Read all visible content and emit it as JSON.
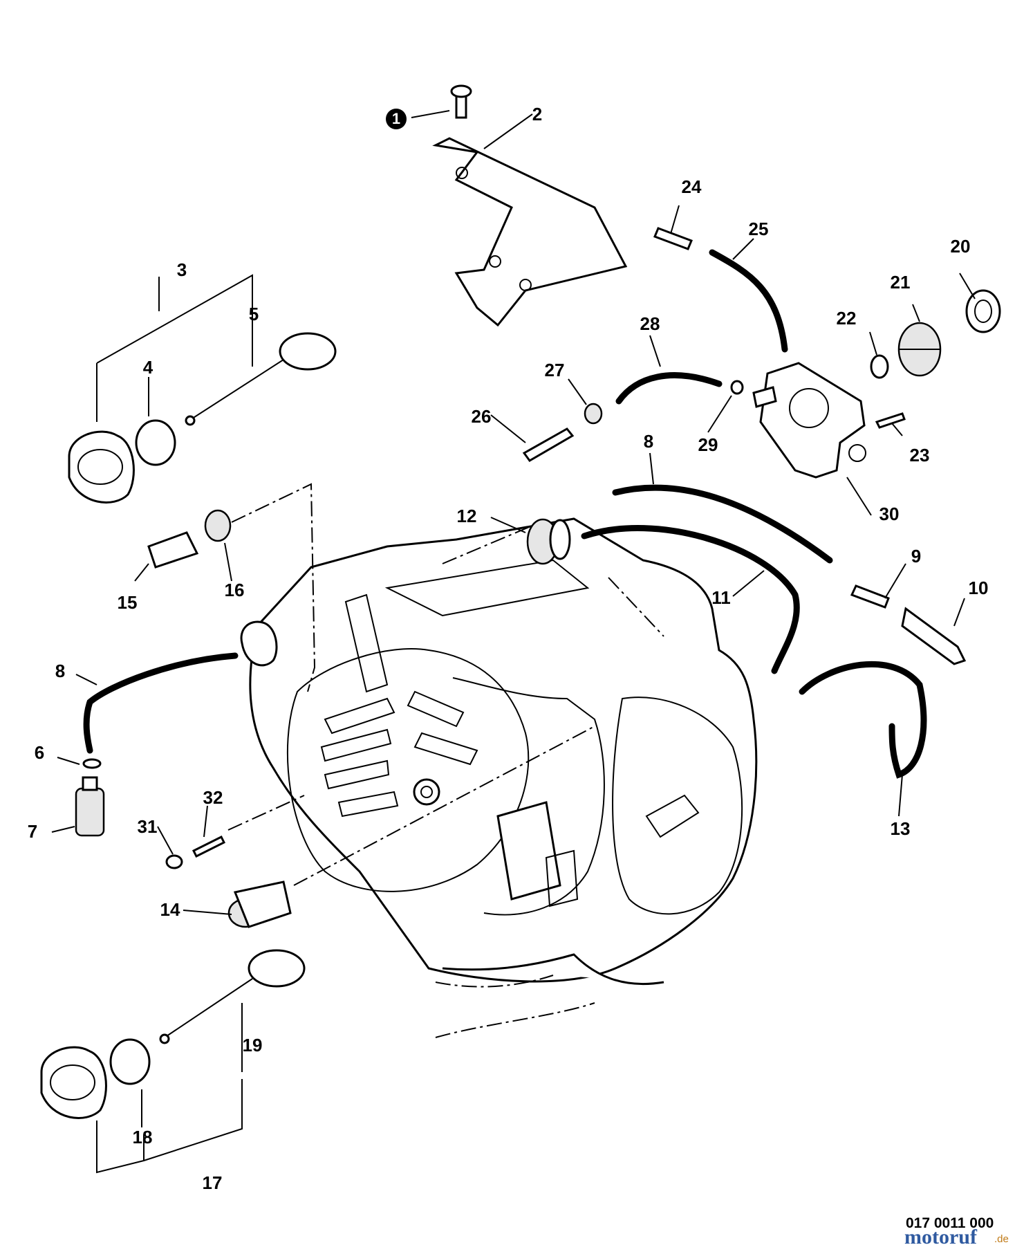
{
  "diagram": {
    "callouts": [
      {
        "id": "c1",
        "text": "1",
        "variant": "filled"
      },
      {
        "id": "c2",
        "text": "2"
      },
      {
        "id": "c3",
        "text": "3"
      },
      {
        "id": "c4",
        "text": "4"
      },
      {
        "id": "c5",
        "text": "5"
      },
      {
        "id": "c6",
        "text": "6"
      },
      {
        "id": "c7",
        "text": "7"
      },
      {
        "id": "c8a",
        "text": "8"
      },
      {
        "id": "c8b",
        "text": "8"
      },
      {
        "id": "c9",
        "text": "9"
      },
      {
        "id": "c10",
        "text": "10"
      },
      {
        "id": "c11",
        "text": "11"
      },
      {
        "id": "c12",
        "text": "12"
      },
      {
        "id": "c13",
        "text": "13"
      },
      {
        "id": "c14",
        "text": "14"
      },
      {
        "id": "c15",
        "text": "15"
      },
      {
        "id": "c16",
        "text": "16"
      },
      {
        "id": "c17",
        "text": "17"
      },
      {
        "id": "c18",
        "text": "18"
      },
      {
        "id": "c19",
        "text": "19"
      },
      {
        "id": "c20",
        "text": "20"
      },
      {
        "id": "c21",
        "text": "21"
      },
      {
        "id": "c22",
        "text": "22"
      },
      {
        "id": "c23",
        "text": "23"
      },
      {
        "id": "c24",
        "text": "24"
      },
      {
        "id": "c25",
        "text": "25"
      },
      {
        "id": "c26",
        "text": "26"
      },
      {
        "id": "c27",
        "text": "27"
      },
      {
        "id": "c28",
        "text": "28"
      },
      {
        "id": "c29",
        "text": "29"
      },
      {
        "id": "c30",
        "text": "30"
      },
      {
        "id": "c31",
        "text": "31"
      },
      {
        "id": "c32",
        "text": "32"
      }
    ],
    "document_code": "017 0011 000",
    "watermark": {
      "name": "motoruf",
      "tld": ".de",
      "color_name": "#2f5aa0",
      "color_tld": "#c07a17"
    }
  }
}
